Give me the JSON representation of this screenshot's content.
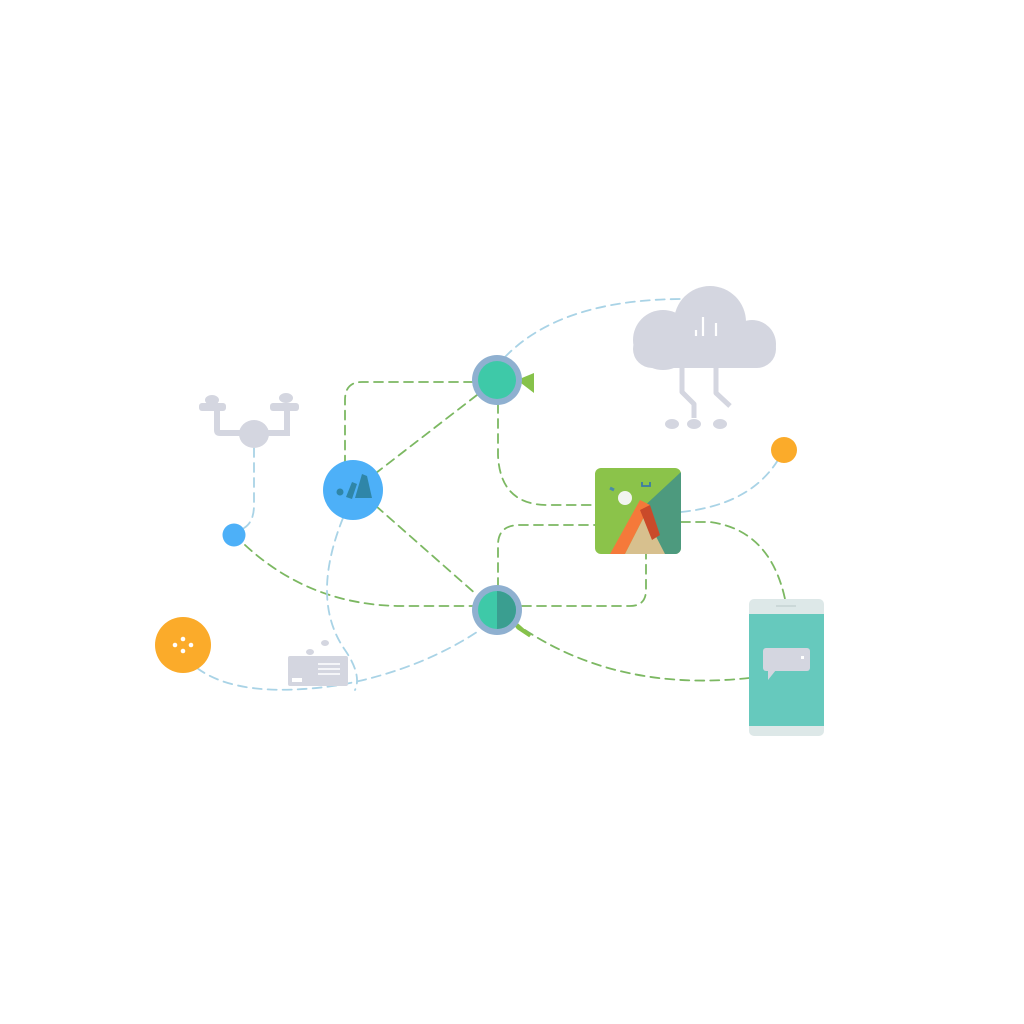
{
  "colors": {
    "background": "#ffffff",
    "edge_green": "#7cb862",
    "edge_blue": "#a9d3e6",
    "gray_icon": "#d4d6e0",
    "blue": "#4db0f8",
    "blue_dark": "#2f86a8",
    "teal": "#3ec9a8",
    "teal_dark": "#3a9e90",
    "hub_ring": "#8fb0d0",
    "orange": "#fbab2a",
    "tile_green": "#8bc34a",
    "tile_dark": "#4d9a7e",
    "tile_orange": "#f5793a",
    "phone_teal": "#66c9bd",
    "phone_frame": "#dde8e8",
    "pointer_green": "#86c24a"
  },
  "nodes": [
    {
      "id": "drone",
      "icon": "drone-icon"
    },
    {
      "id": "small-blue-dot",
      "icon": "dot"
    },
    {
      "id": "signal",
      "icon": "signal-bars-icon"
    },
    {
      "id": "hub-top",
      "icon": "hub-icon"
    },
    {
      "id": "hub-bottom",
      "icon": "hub-half-icon"
    },
    {
      "id": "orange-node",
      "icon": "dots-icon"
    },
    {
      "id": "printer",
      "icon": "printer-icon"
    },
    {
      "id": "cloud",
      "icon": "cloud-network-icon"
    },
    {
      "id": "small-orange-dot",
      "icon": "dot"
    },
    {
      "id": "gallery",
      "icon": "image-tile-icon"
    },
    {
      "id": "phone",
      "icon": "phone-chat-icon"
    }
  ]
}
